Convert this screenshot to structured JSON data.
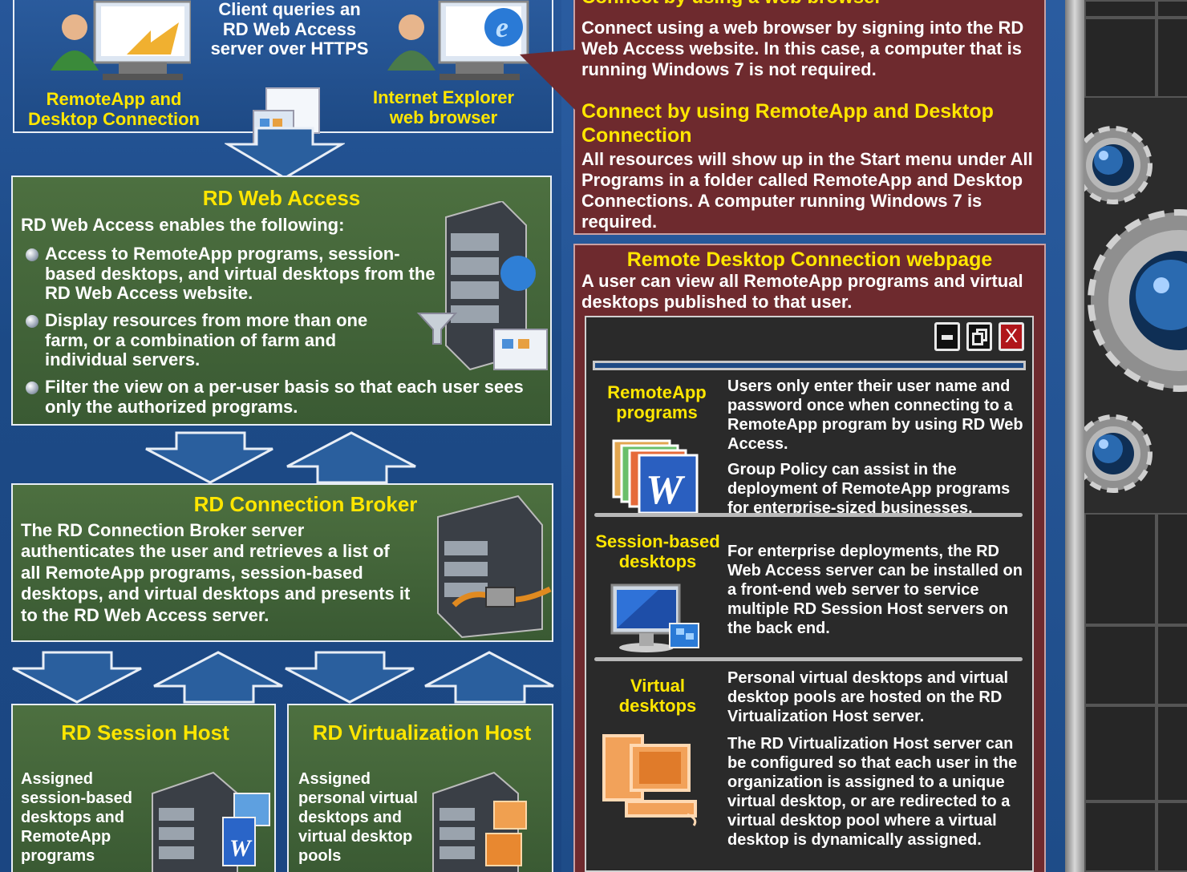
{
  "top_client": {
    "query_text": "Client queries an RD Web Access server over HTTPS",
    "left_label": "RemoteApp and Desktop Connection",
    "right_label": "Internet Explorer web browser"
  },
  "rd_web_access": {
    "title": "RD Web Access",
    "intro": "RD Web Access enables the following:",
    "bullets": [
      "Access to RemoteApp programs, session-based desktops, and virtual desktops from the RD Web Access website.",
      "Display resources from more than one farm, or a combination of farm and individual servers.",
      "Filter the view on a per-user basis so that each user sees only the authorized programs."
    ]
  },
  "rd_connection_broker": {
    "title": "RD Connection Broker",
    "text": "The RD Connection Broker server authenticates the user and retrieves a list of all RemoteApp programs, session-based desktops, and virtual desktops and presents it to the RD Web Access server."
  },
  "rd_session_host": {
    "title": "RD Session Host",
    "text": "Assigned session-based desktops and RemoteApp programs"
  },
  "rd_virtualization_host": {
    "title": "RD Virtualization Host",
    "text": "Assigned personal virtual desktops and virtual desktop pools"
  },
  "connect_panel": {
    "web_title": "Connect by using a web browser",
    "web_text": "Connect using a web browser by signing into the RD Web Access website. In this case, a computer that is running Windows 7 is not required.",
    "remoteapp_title": "Connect by using RemoteApp and Desktop Connection",
    "remoteapp_text": "All resources will show up in the Start menu under All Programs in a folder called RemoteApp and Desktop Connections. A computer running Windows 7 is required."
  },
  "webpage_panel": {
    "title": "Remote Desktop Connection webpage",
    "text": "A user can view all RemoteApp programs and virtual desktops published to that user.",
    "window_buttons": {
      "minimize_icon": "minimize-icon",
      "restore_icon": "restore-icon",
      "close_label": "X"
    },
    "sections": [
      {
        "label": "RemoteApp programs",
        "paragraphs": [
          "Users only enter their user name and password once when connecting to a RemoteApp program by using RD Web Access.",
          "Group Policy can assist in the deployment of RemoteApp programs for enterprise-sized businesses."
        ]
      },
      {
        "label": "Session-based desktops",
        "paragraphs": [
          "For enterprise deployments, the  RD Web Access server can be installed on a front-end web server to service multiple RD Session Host servers on the back end."
        ]
      },
      {
        "label": "Virtual desktops",
        "paragraphs": [
          "Personal virtual desktops and virtual desktop pools are hosted on the RD Virtualization Host server.",
          "The RD Virtualization Host server can be configured so that each user in the organization is assigned to a unique virtual desktop, or are redirected to a virtual desktop pool where a virtual desktop is dynamically assigned."
        ]
      }
    ]
  },
  "colors": {
    "heading_yellow": "#ffe600",
    "panel_maroon": "#6e2a2e",
    "box_green": "#4d7040",
    "background_blue": "#1e4c86"
  }
}
